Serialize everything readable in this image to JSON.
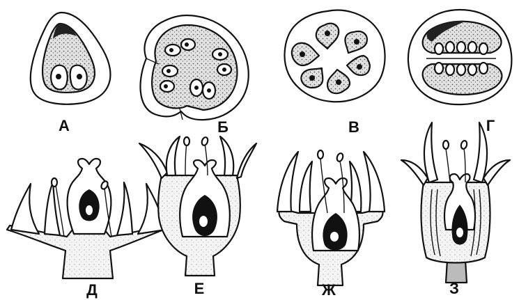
{
  "labels": {
    "a": "А",
    "b": "Б",
    "v": "В",
    "g": "Г",
    "d": "Д",
    "e": "Е",
    "zh": "Ж",
    "z": "З"
  }
}
